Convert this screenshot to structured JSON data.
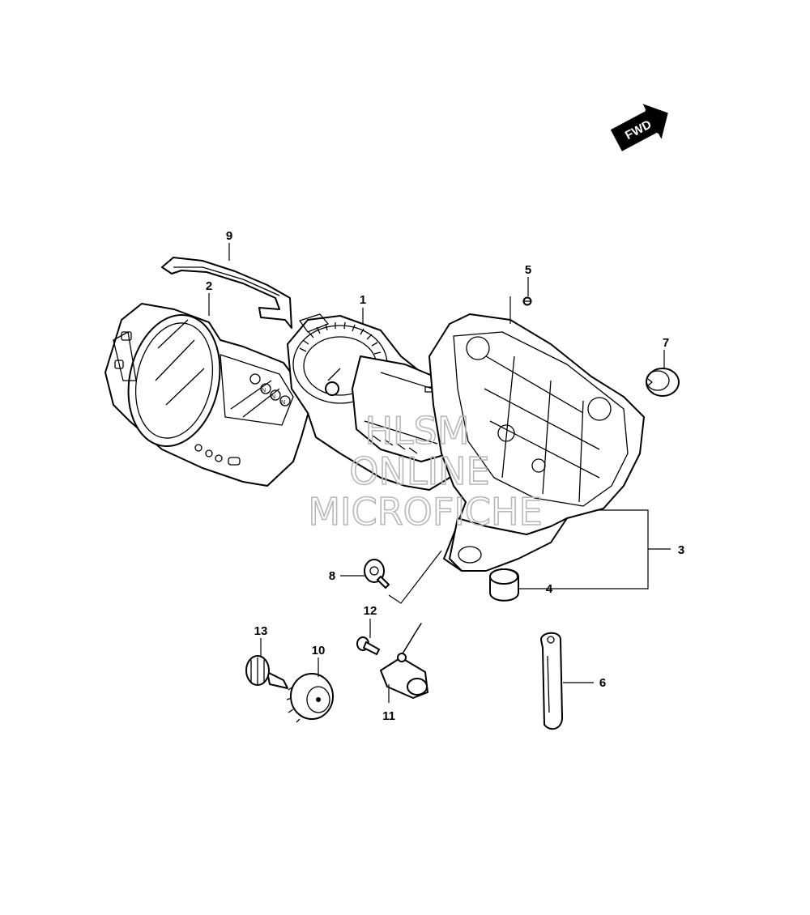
{
  "diagram": {
    "direction_badge": "FWD",
    "watermark": [
      "HLSM",
      "ONLINE",
      "MICROFICHE"
    ],
    "callouts": [
      {
        "id": "c1",
        "label": "1"
      },
      {
        "id": "c2",
        "label": "2"
      },
      {
        "id": "c3",
        "label": "3"
      },
      {
        "id": "c4",
        "label": "4"
      },
      {
        "id": "c5",
        "label": "5"
      },
      {
        "id": "c6",
        "label": "6"
      },
      {
        "id": "c7",
        "label": "7"
      },
      {
        "id": "c8",
        "label": "8"
      },
      {
        "id": "c9",
        "label": "9"
      },
      {
        "id": "c10",
        "label": "10"
      },
      {
        "id": "c11",
        "label": "11"
      },
      {
        "id": "c12",
        "label": "12"
      },
      {
        "id": "c13",
        "label": "13"
      }
    ],
    "indicators": [
      "N",
      "N",
      "N"
    ]
  }
}
